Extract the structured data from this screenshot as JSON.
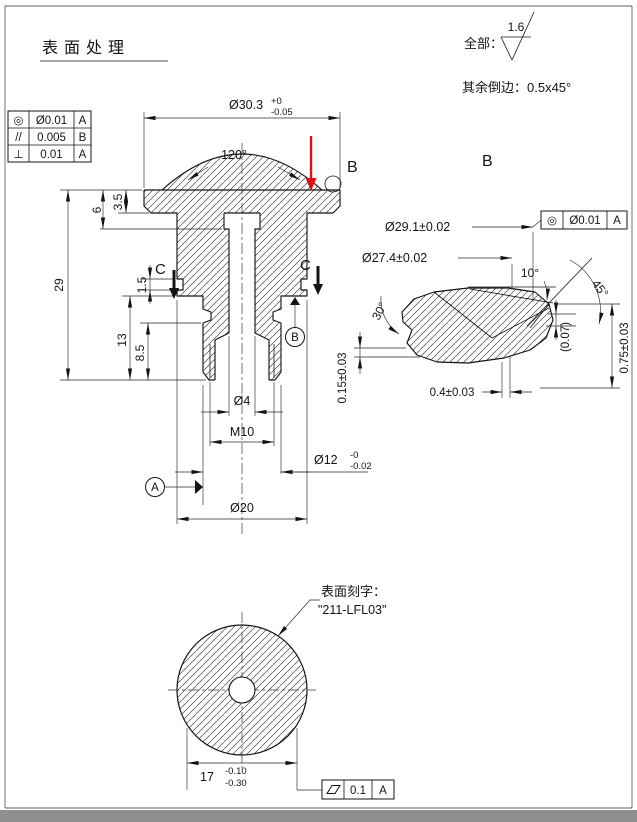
{
  "colors": {
    "line": "#141414",
    "annotation_red": "#e01010",
    "footer_gray": "#8f8f8f",
    "background": "#ffffff"
  },
  "header": {
    "title": "表面处理",
    "all_label": "全部：",
    "roughness": "1.6",
    "roughness_icon": "surface-finish-check",
    "chamfer_note": "其余倒边：0.5x45°"
  },
  "gdt_left": {
    "rows": [
      {
        "sym": "◎",
        "tol": "Ø0.01",
        "datum": "A"
      },
      {
        "sym": "//",
        "tol": "0.005",
        "datum": "B"
      },
      {
        "sym": "⊥",
        "tol": "0.01",
        "datum": "A"
      }
    ]
  },
  "main": {
    "dia_flange": {
      "v": "Ø30.3",
      "up": "+0",
      "lo": "-0.05"
    },
    "angle_top": "120°",
    "view_label": "B",
    "d6": "6",
    "d35": "3.5",
    "d29": "29",
    "d15": "1.5",
    "d13": "13",
    "d85": "8.5",
    "c_left": "C",
    "c_right": "C",
    "datum_a": "A",
    "datum_b": "B",
    "dia_hole": "Ø4",
    "thread": "M10",
    "dia_stem": {
      "v": "Ø12",
      "up": "-0",
      "lo": "-0.02"
    },
    "dia_mid": "Ø20"
  },
  "detail": {
    "title": "B",
    "dia1": "Ø29.1±0.02",
    "dia2": "Ø27.4±0.02",
    "gdt": {
      "sym": "◎",
      "tol": "Ø0.01",
      "datum": "A"
    },
    "a10": "10°",
    "a30": "30°",
    "a45": "45°",
    "d007": "(0.07)",
    "d015": "0.15±0.03",
    "d04": "0.4±0.03",
    "d075": "0.75±0.03"
  },
  "bottom": {
    "engrave_label": "表面刻字：",
    "engrave_text": "\"211-LFL03\"",
    "d17": {
      "v": "17",
      "up": "-0.10",
      "lo": "-0.30"
    },
    "flatness": {
      "symbol_icon": "flatness-parallelogram",
      "tol": "0.1",
      "datum": "A"
    }
  }
}
